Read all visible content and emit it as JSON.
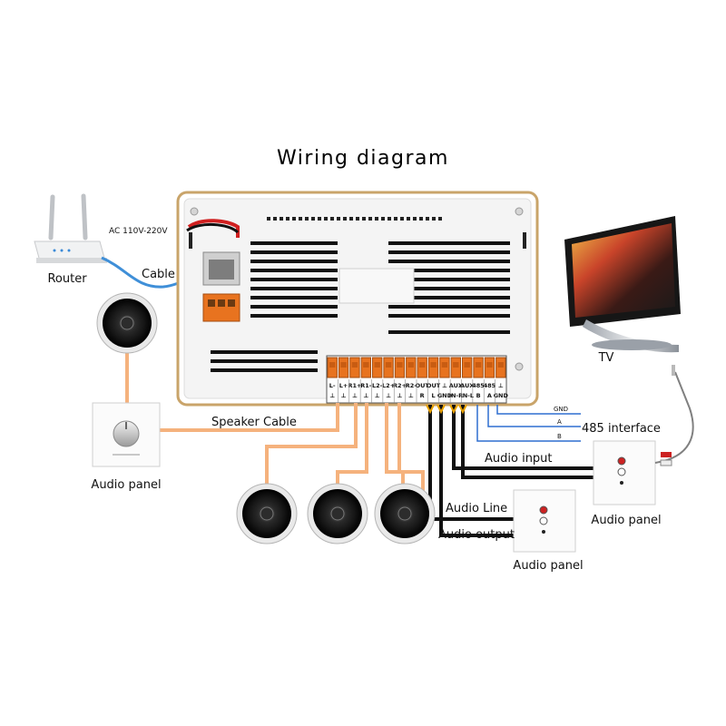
{
  "title": "Wiring diagram",
  "labels": {
    "ac": "AC 110V-220V",
    "router": "Router",
    "cable": "Cable",
    "tv": "TV",
    "speaker_cable": "Speaker Cable",
    "audio_panel_left": "Audio panel",
    "audio_input": "Audio input",
    "audio_panel_right": "Audio panel",
    "audio_line": "Audio Line",
    "audio_output": "Audio output",
    "audio_panel_bottom": "Audio panel",
    "interface_485": "485 interface",
    "gnd": "GND",
    "a": "A",
    "b": "B"
  },
  "terminals": [
    {
      "top": "L-",
      "bottom": "⊥"
    },
    {
      "top": "L+",
      "bottom": "⊥"
    },
    {
      "top": "R1+",
      "bottom": "⊥"
    },
    {
      "top": "R1-",
      "bottom": "⊥"
    },
    {
      "top": "L2-",
      "bottom": "⊥"
    },
    {
      "top": "L2+",
      "bottom": "⊥"
    },
    {
      "top": "R2+",
      "bottom": "⊥"
    },
    {
      "top": "R2-",
      "bottom": "⊥"
    },
    {
      "top": "OUT",
      "bottom": "R"
    },
    {
      "top": "OUT",
      "bottom": "L"
    },
    {
      "top": "⊥",
      "bottom": "GND"
    },
    {
      "top": "AUX",
      "bottom": "IN-R"
    },
    {
      "top": "AUX",
      "bottom": "IN-L"
    },
    {
      "top": "485",
      "bottom": "B"
    },
    {
      "top": "485",
      "bottom": "A"
    },
    {
      "top": "⊥",
      "bottom": "GND"
    }
  ],
  "colors": {
    "device_frame": "#c9a46a",
    "device_body": "#f4f4f4",
    "vent": "#111111",
    "terminal_orange": "#e8731f",
    "speaker_wire": "#f5b27d",
    "audio_wire": "#111111",
    "rs485_wire": "#2f6fd0",
    "router_cable": "#3f8fd8",
    "power_wire": "#d02020"
  }
}
